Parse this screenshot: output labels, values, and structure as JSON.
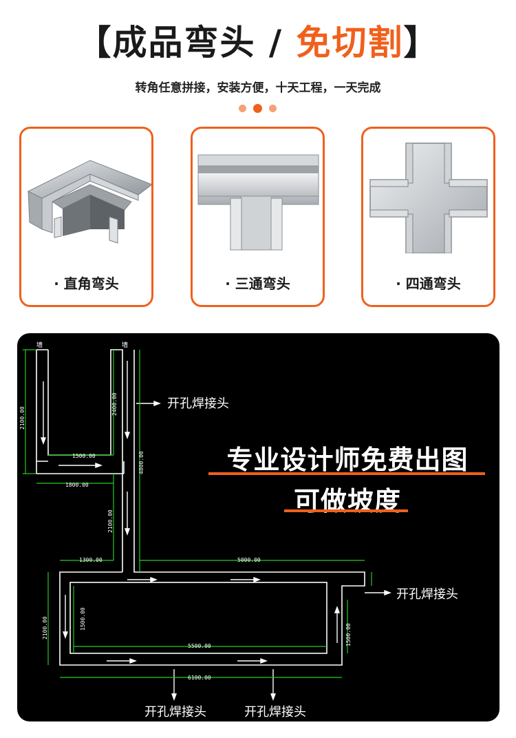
{
  "header": {
    "bracket_open": "【",
    "title_main": "成品弯头",
    "slash": " / ",
    "title_accent": "免切割",
    "bracket_close": "】",
    "subtitle": "转角任意拼接，安装方便，十天工程，一天完成"
  },
  "products": [
    {
      "label": "· 直角弯头",
      "icon": "right-angle-elbow"
    },
    {
      "label": "· 三通弯头",
      "icon": "tee-elbow"
    },
    {
      "label": "· 四通弯头",
      "icon": "cross-elbow"
    }
  ],
  "cad": {
    "headline_1": "专业设计师免费出图",
    "headline_2": "可做坡度",
    "wall_label": "墙",
    "note_top": "开孔焊接头",
    "note_right": "开孔焊接头",
    "note_bottom_left": "开孔焊接头",
    "note_bottom_right": "开孔焊接头",
    "dims": {
      "d2100_left": "2100.00",
      "d1500_a": "1500.00",
      "d1800": "1800.00",
      "d2400": "2400.00",
      "d4800": "4800.00",
      "d2100_mid": "2100.00",
      "d1300": "1300.00",
      "d5000": "5000.00",
      "d2100_box": "2100.00",
      "d1500_inner": "1500.00",
      "d5500": "5500.00",
      "d1500_right": "1500.00",
      "d6100": "6100.00"
    }
  },
  "colors": {
    "accent": "#f0601c",
    "accent_light": "#f6a07a",
    "cad_bg": "#000000",
    "dim_green": "#22cc22"
  }
}
